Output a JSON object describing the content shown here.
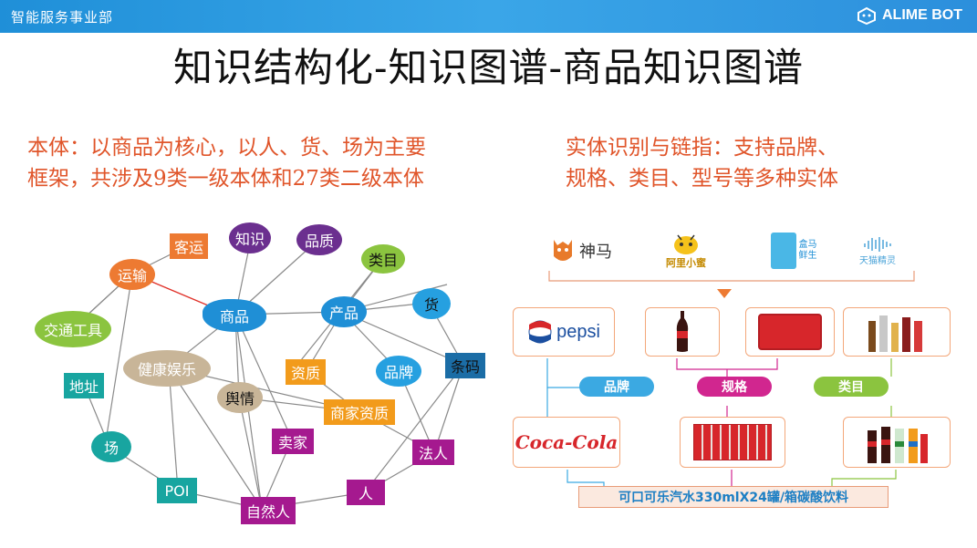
{
  "header": {
    "department": "智能服务事业部",
    "brand": "ALIME BOT"
  },
  "title": "知识结构化-知识图谱-商品知识图谱",
  "subtitle_left": [
    "本体：以商品为核心，以人、货、场为主要",
    "框架，共涉及9类一级本体和27类二级本体"
  ],
  "subtitle_right": [
    "实体识别与链指：支持品牌、",
    "规格、类目、型号等多种实体"
  ],
  "graph": {
    "nodes": {
      "keyun": "客运",
      "zhishi": "知识",
      "pinzhi": "品质",
      "leimu": "类目",
      "yunshu": "运输",
      "shangpin": "商品",
      "chanpin": "产品",
      "huo": "货",
      "jiaotong": "交通工具",
      "jiankang": "健康娱乐",
      "zizhi": "资质",
      "pinpai": "品牌",
      "tiaoma": "条码",
      "dizhi": "地址",
      "yuqing": "舆情",
      "shangjia": "商家资质",
      "chang": "场",
      "maijia": "卖家",
      "faren": "法人",
      "poi": "POI",
      "ziranren": "自然人",
      "ren": "人"
    },
    "colors": {
      "orange": "#ed7a32",
      "purple": "#6b2f8f",
      "green": "#8bc43f",
      "blue": "#1f8fd6",
      "teal": "#18a5a0",
      "tan": "#c8b598",
      "magenta": "#a5198f",
      "navy": "#1b6da6",
      "lightblue": "#26a0e0",
      "amber": "#f29b1b"
    }
  },
  "entities": {
    "logos": {
      "shenma": "神马",
      "ami": "阿里小蜜",
      "hema": "盒马鲜生",
      "tmall": "天猫精灵"
    },
    "brand_pepsi": "pepsi",
    "brand_coke": "Coca-Cola",
    "tags": {
      "brand": "品牌",
      "spec": "规格",
      "category": "类目"
    },
    "product_line": "可口可乐汽水330mlX24罐/箱碳酸饮料"
  }
}
